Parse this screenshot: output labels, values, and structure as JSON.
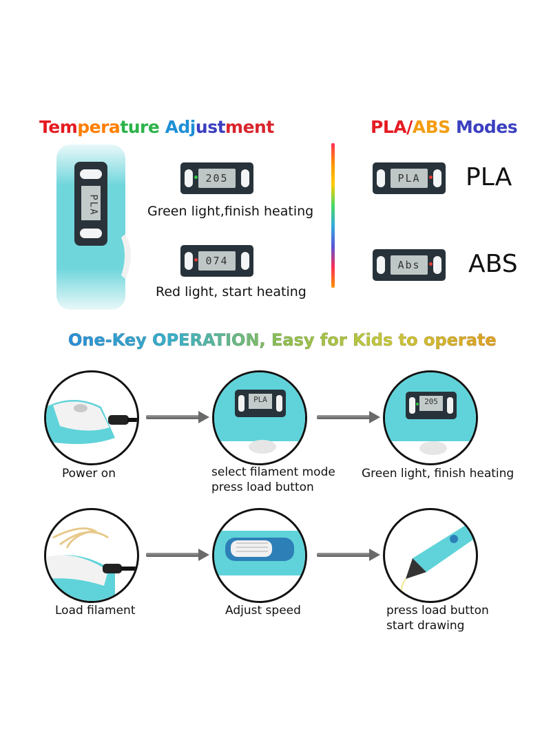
{
  "temperature": {
    "title_parts": [
      "Tem",
      "pera",
      "ture",
      " Adj",
      "ust",
      "ment"
    ],
    "title_colors": [
      "#e51b23",
      "#ff7f00",
      "#2db34a",
      "#1e8fd6",
      "#3b3fc0",
      "#d9242c"
    ],
    "green_display": "205",
    "green_caption": "Green light,finish heating",
    "red_display": "074",
    "red_caption": "Red light, start heating",
    "pen_display": "PLA"
  },
  "modes": {
    "title_parts": [
      "PLA/",
      "ABS",
      " Modes"
    ],
    "title_colors": [
      "#e51b23",
      "#f39c12",
      "#3b3fc0"
    ],
    "pla_display": "PLA",
    "pla_label": "PLA",
    "abs_display": "Abs",
    "abs_label": "ABS"
  },
  "operation": {
    "title": "One-Key OPERATION, Easy for Kids to operate",
    "steps": [
      {
        "caption": "Power on"
      },
      {
        "caption_line1": "select filament mode",
        "caption_line2": "press load button",
        "display": "PLA"
      },
      {
        "caption": "Green light, finish heating",
        "display": "205"
      },
      {
        "caption": "Load filament"
      },
      {
        "caption": "Adjust speed"
      },
      {
        "caption_line1": "press load button",
        "caption_line2": "start drawing"
      }
    ]
  },
  "colors": {
    "pen_blue": "#5fd3d9",
    "lcd_body": "#27323a",
    "green_led": "#2ecc40",
    "red_led": "#e53935"
  }
}
